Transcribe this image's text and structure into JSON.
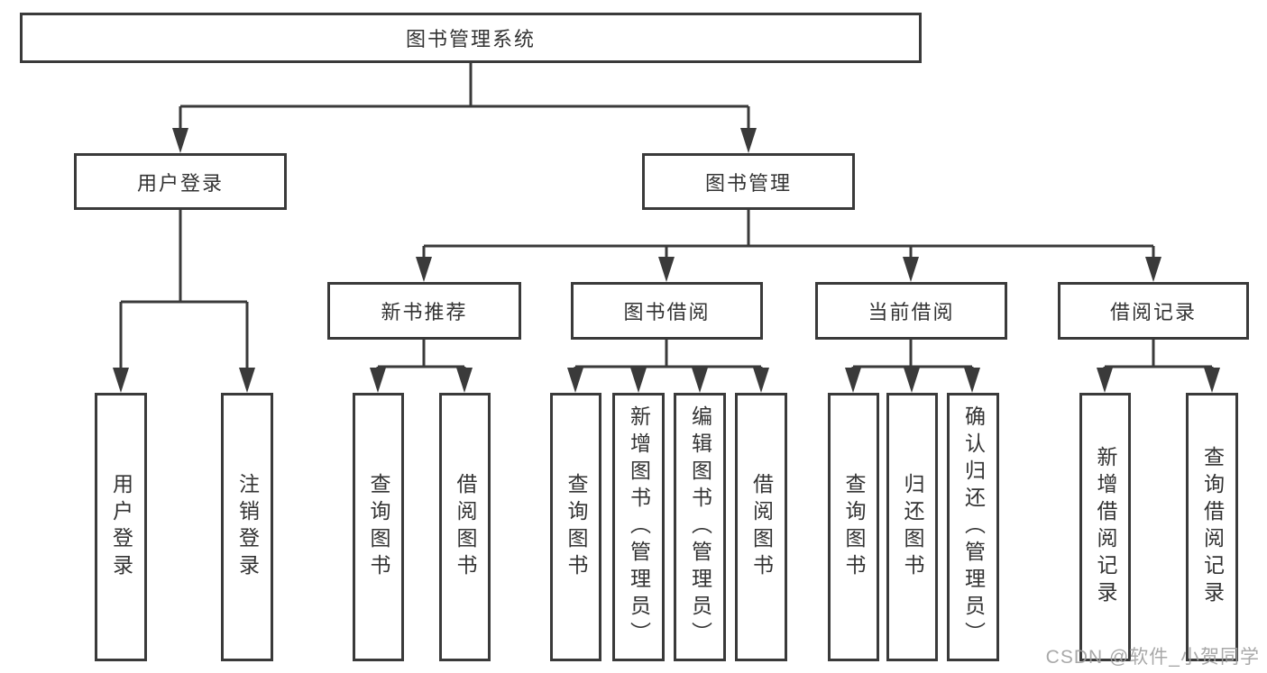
{
  "diagram_title": "图书管理系统",
  "tree": {
    "root": {
      "label": "图书管理系统"
    },
    "branches": [
      {
        "label": "用户登录",
        "children": [
          {
            "label": "用户登录"
          },
          {
            "label": "注销登录"
          }
        ]
      },
      {
        "label": "图书管理",
        "children": [
          {
            "label": "新书推荐",
            "children": [
              {
                "label": "查询图书"
              },
              {
                "label": "借阅图书"
              }
            ]
          },
          {
            "label": "图书借阅",
            "children": [
              {
                "label": "查询图书"
              },
              {
                "label": "新增图书（管理员）"
              },
              {
                "label": "编辑图书（管理员）"
              },
              {
                "label": "借阅图书"
              }
            ]
          },
          {
            "label": "当前借阅",
            "children": [
              {
                "label": "查询图书"
              },
              {
                "label": "归还图书"
              },
              {
                "label": "确认归还（管理员）"
              }
            ]
          },
          {
            "label": "借阅记录",
            "children": [
              {
                "label": "新增借阅记录"
              },
              {
                "label": "查询借阅记录"
              }
            ]
          }
        ]
      }
    ]
  },
  "watermark": {
    "text": "CSDN @软件_小贺同学"
  },
  "colors": {
    "line": "#3a3a3a",
    "box_border": "#3a3a3a",
    "text": "#333333",
    "background": "#ffffff",
    "watermark": "#9e9e9e"
  }
}
